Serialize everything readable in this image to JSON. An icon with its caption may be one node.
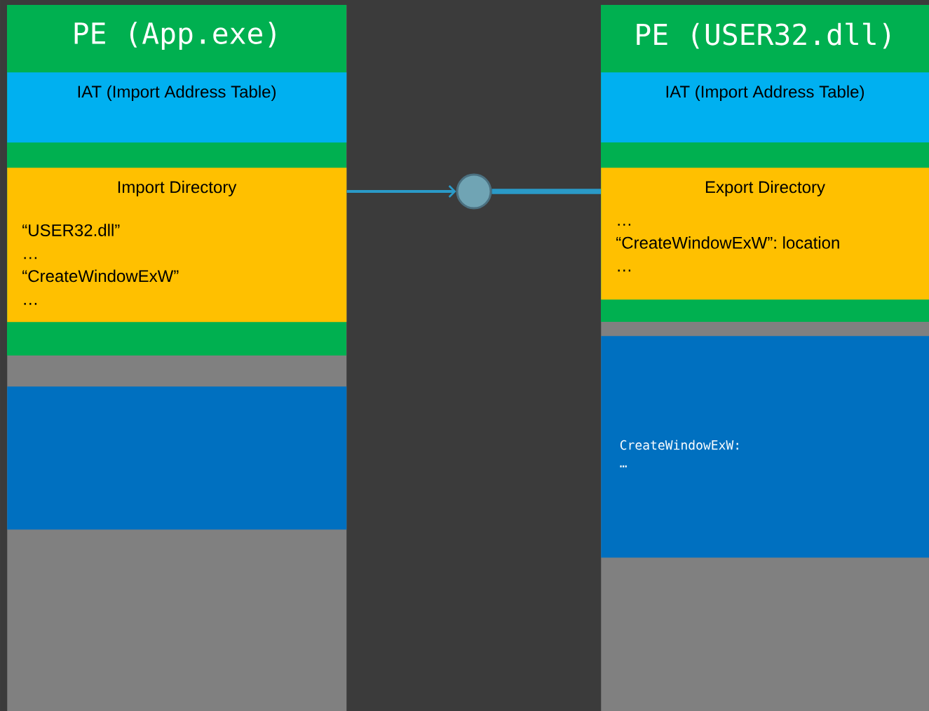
{
  "diagram": {
    "nodes": [
      {
        "text": [
          "PE (App.exe)"
        ]
      },
      {
        "text": [
          "IAT (Import Address Table)"
        ],
        "in": 0
      },
      {
        "text": [
          "Import Directory",
          "“USER32.dll”",
          "…",
          "“CreateWindowExW”",
          "…"
        ],
        "in": 0
      },
      {
        "text": [],
        "shape": "box",
        "in": 0
      },
      {
        "text": [
          "PE (USER32.dll)"
        ]
      },
      {
        "text": [
          "IAT (Import Address Table)"
        ],
        "in": 4
      },
      {
        "text": [
          "Export Directory",
          "…",
          "“CreateWindowExW”: location",
          "…"
        ],
        "in": 4
      },
      {
        "text": [
          "CreateWindowExW:",
          "…"
        ],
        "in": 4
      },
      {
        "text": [],
        "shape": "circle"
      }
    ],
    "edges": [
      {
        "from": 2,
        "to": 8,
        "arrow": "to"
      },
      {
        "from": 8,
        "to": 6,
        "arrow": "none",
        "style": "thick"
      }
    ]
  }
}
